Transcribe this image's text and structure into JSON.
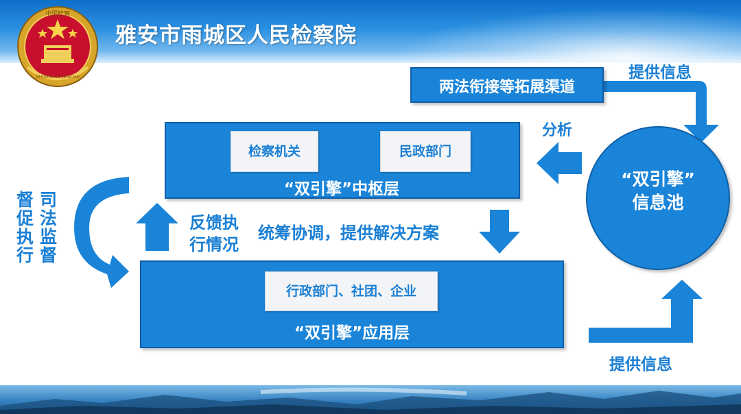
{
  "header": {
    "title": "雅安市雨城区人民检察院"
  },
  "emblem": {
    "top_text": "中国检察",
    "ring_text": "ZHONGGUO JIANCHA"
  },
  "channel": {
    "label": "两法衔接等拓展渠道",
    "arrow_label": "提供信息"
  },
  "hub": {
    "items": [
      "检察机关",
      "民政部门"
    ],
    "title": "“双引擎”中枢层"
  },
  "pool": {
    "line1": "“双引擎”",
    "line2": "信息池",
    "arrow_label": "分析"
  },
  "application": {
    "items": [
      "行政部门、社团、企业"
    ],
    "title": "“双引擎”应用层",
    "arrow_label": "提供信息"
  },
  "feedback": {
    "line1": "反馈执",
    "line2": "行情况"
  },
  "coordinate": {
    "label": "统筹协调，提供解决方案"
  },
  "side": {
    "col1": "督促执行",
    "col2": "司法监督"
  },
  "colors": {
    "box_blue": "#1a84d8",
    "arrow_blue": "#1a84d8",
    "text_blue": "#1a7fd4"
  }
}
